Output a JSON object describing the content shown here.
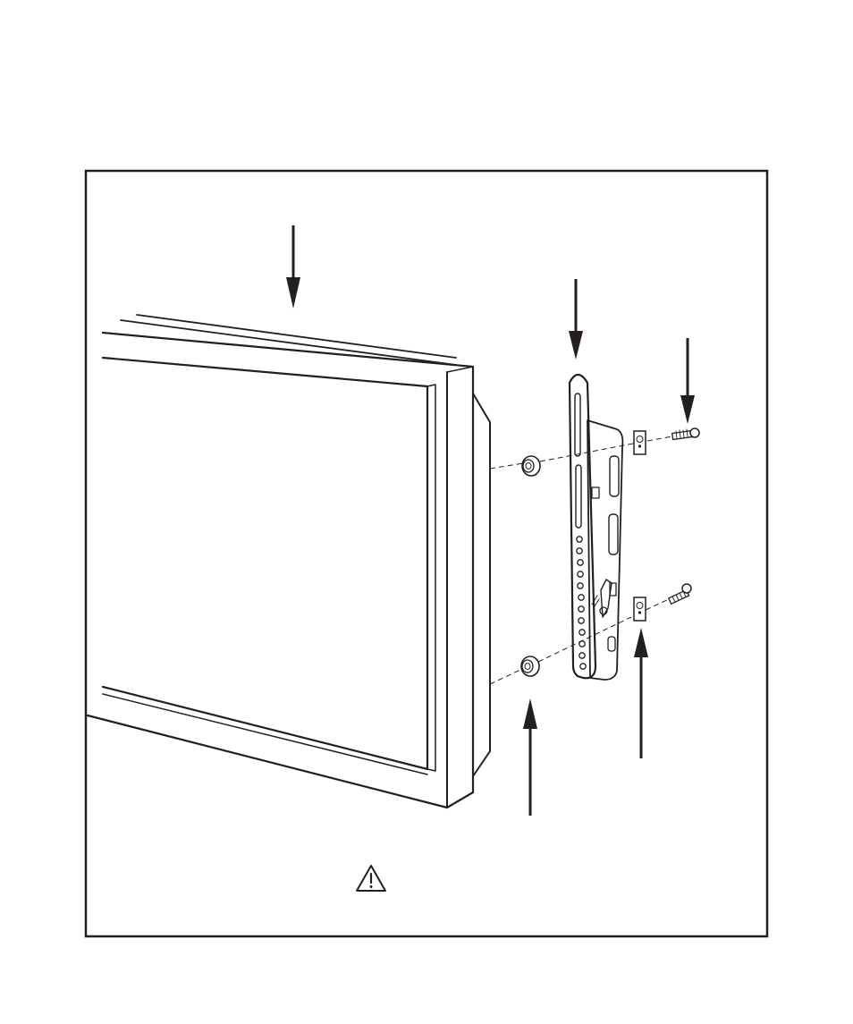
{
  "figure": {
    "frame_color": "#231f20",
    "background_color": "#ffffff",
    "parts": [
      {
        "name": "flat-panel-display",
        "label": ""
      },
      {
        "name": "mounting-bracket",
        "label": ""
      },
      {
        "name": "spacer",
        "label": ""
      },
      {
        "name": "washer-plate",
        "label": ""
      },
      {
        "name": "mounting-screw",
        "label": ""
      }
    ],
    "callout_count": 5,
    "warning_icon": "warning-triangle-icon"
  }
}
